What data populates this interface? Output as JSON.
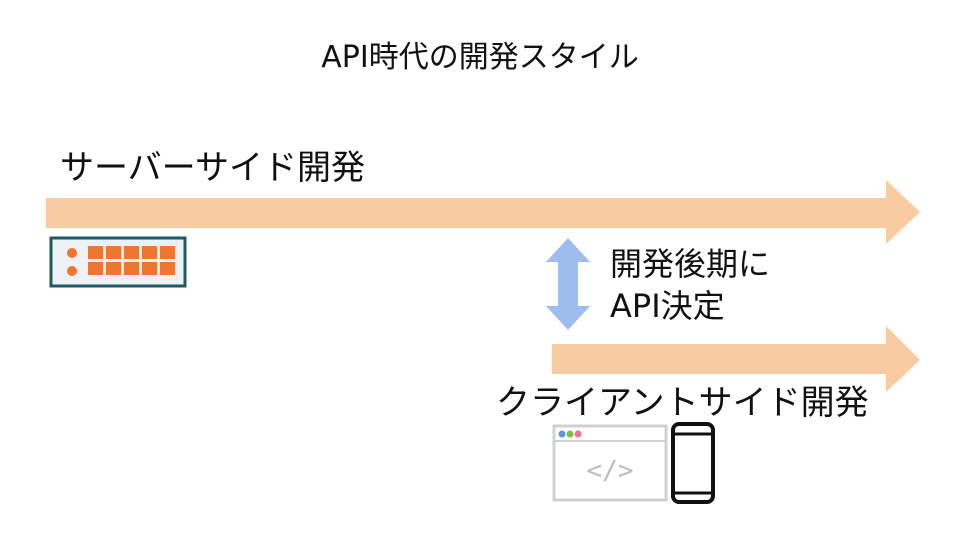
{
  "title": "API時代の開発スタイル",
  "server_track": {
    "label": "サーバーサイド開発",
    "icon": "server-rack-icon"
  },
  "client_track": {
    "label": "クライアントサイド開発",
    "icons": [
      "browser-code-icon",
      "smartphone-icon"
    ],
    "code_glyph": "</>"
  },
  "sync_note": {
    "lines": [
      "開発後期に",
      "API決定"
    ],
    "icon": "double-arrow-icon"
  },
  "colors": {
    "track": "#f8cba0",
    "server_border": "#1e5a66",
    "server_fill": "#eef1f3",
    "server_orange": "#ef7630",
    "double_arrow": "#9dbdee",
    "browser_gray": "#d0d0d0",
    "browser_dot_blue": "#5b9bd5",
    "browser_dot_green": "#7ac143",
    "browser_dot_pink": "#f06fa8",
    "phone": "#111111"
  }
}
